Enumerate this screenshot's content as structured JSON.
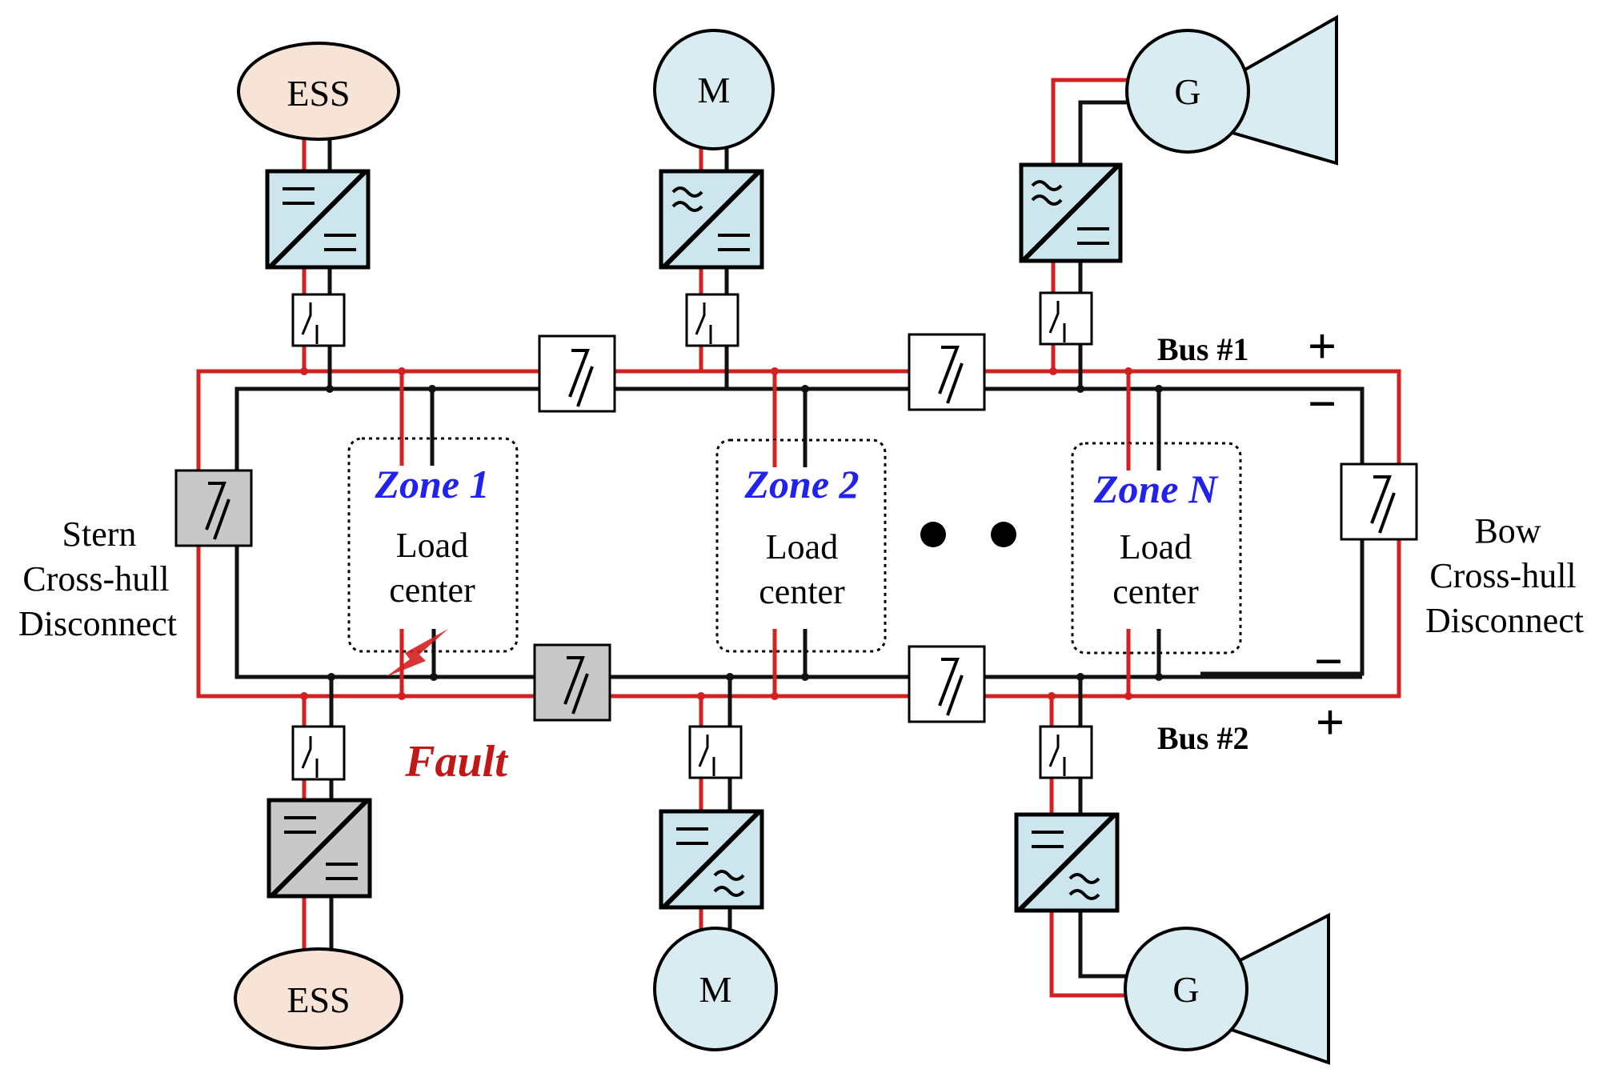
{
  "buses": {
    "bus1": {
      "label": "Bus #1",
      "plus": "+",
      "minus": "−"
    },
    "bus2": {
      "label": "Bus #2",
      "plus": "+",
      "minus": "−"
    }
  },
  "zones": [
    {
      "name": "Zone 1",
      "line1": "Load",
      "line2": "center"
    },
    {
      "name": "Zone 2",
      "line1": "Load",
      "line2": "center"
    },
    {
      "name": "Zone N",
      "line1": "Load",
      "line2": "center"
    }
  ],
  "ellipsis": "• •",
  "stern": {
    "line1": "Stern",
    "line2": "Cross-hull",
    "line3": "Disconnect"
  },
  "bow": {
    "line1": "Bow",
    "line2": "Cross-hull",
    "line3": "Disconnect"
  },
  "sources": {
    "ess_top": "ESS",
    "ess_bottom": "ESS",
    "motor_top": "M",
    "motor_bottom": "M",
    "gen_top": "G",
    "gen_bottom": "G"
  },
  "fault_label": "Fault",
  "colors": {
    "positive_line": "#d42020",
    "negative_line": "#101010",
    "converter_fill": "#cde6ee",
    "faulted_fill": "#c8c8c8",
    "ess_fill": "#f8e4d6",
    "machine_fill": "#d8ecf2",
    "zone_text": "#2222ee",
    "fault_text": "#c01818"
  }
}
